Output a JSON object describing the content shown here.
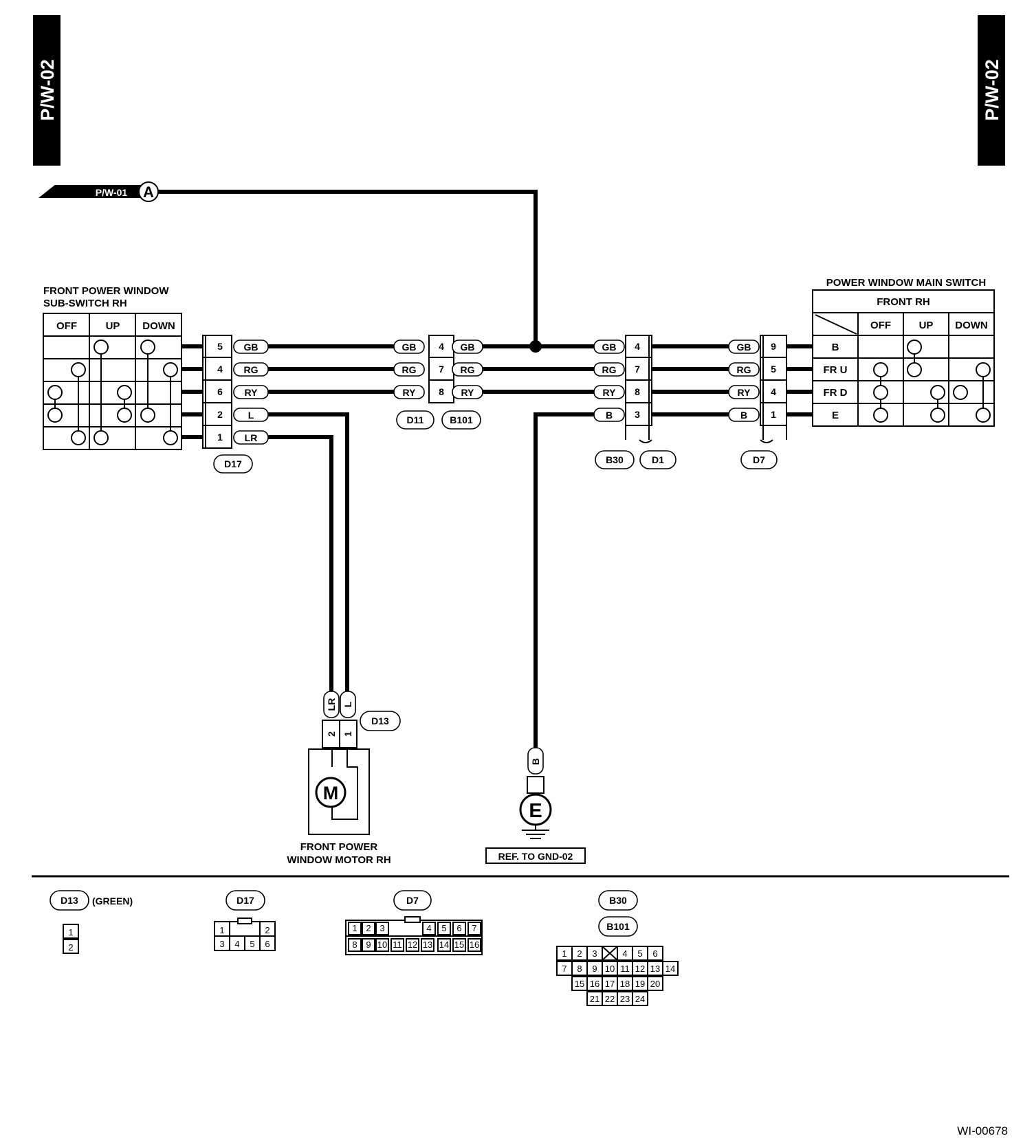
{
  "page_tag": "P/W-02",
  "figure_id": "WI-00678",
  "ref_from": "P/W-01",
  "ref_from_marker": "A",
  "sub_switch": {
    "title_line1": "FRONT POWER WINDOW",
    "title_line2": "SUB-SWITCH RH",
    "columns": [
      "OFF",
      "UP",
      "DOWN"
    ]
  },
  "main_switch": {
    "title": "POWER WINDOW MAIN SWITCH",
    "subtitle": "FRONT RH",
    "columns": [
      "OFF",
      "UP",
      "DOWN"
    ],
    "rows": [
      "B",
      "FR U",
      "FR D",
      "E"
    ]
  },
  "d17_pins": [
    {
      "pin": "5",
      "wire": "GB"
    },
    {
      "pin": "4",
      "wire": "RG"
    },
    {
      "pin": "6",
      "wire": "RY"
    },
    {
      "pin": "2",
      "wire": "L"
    },
    {
      "pin": "1",
      "wire": "LR"
    }
  ],
  "d11_b101_pins": [
    {
      "left": "GB",
      "pin": "4",
      "right": "GB"
    },
    {
      "left": "RG",
      "pin": "7",
      "right": "RG"
    },
    {
      "left": "RY",
      "pin": "8",
      "right": "RY"
    }
  ],
  "b30_d1_pins": [
    {
      "wire": "GB",
      "pin": "4"
    },
    {
      "wire": "RG",
      "pin": "7"
    },
    {
      "wire": "RY",
      "pin": "8"
    },
    {
      "wire": "B",
      "pin": "3"
    }
  ],
  "d7_pins": [
    {
      "wire": "GB",
      "pin": "9"
    },
    {
      "wire": "RG",
      "pin": "5"
    },
    {
      "wire": "RY",
      "pin": "4"
    },
    {
      "wire": "B",
      "pin": "1"
    }
  ],
  "connector_labels": {
    "d17": "D17",
    "d11": "D11",
    "b101": "B101",
    "b30": "B30",
    "d1": "D1",
    "d7": "D7",
    "d13": "D13"
  },
  "motor": {
    "label_line1": "FRONT POWER",
    "label_line2": "WINDOW MOTOR RH",
    "symbol": "M",
    "wires": [
      "LR",
      "L"
    ],
    "pins": [
      "2",
      "1"
    ]
  },
  "ground": {
    "wire": "B",
    "symbol": "E",
    "ref": "REF. TO GND-02"
  },
  "legend": {
    "d13": {
      "label": "D13",
      "note": "(GREEN)",
      "pins": [
        "1",
        "2"
      ]
    },
    "d17": {
      "label": "D17",
      "top": [
        "1",
        "2"
      ],
      "bottom": [
        "3",
        "4",
        "5",
        "6"
      ]
    },
    "d7": {
      "label": "D7",
      "top": [
        "1",
        "2",
        "3",
        "4",
        "5",
        "6",
        "7"
      ],
      "bottom": [
        "8",
        "9",
        "10",
        "11",
        "12",
        "13",
        "14",
        "15",
        "16"
      ]
    },
    "b30_b101": {
      "labels": [
        "B30",
        "B101"
      ],
      "row1": [
        "1",
        "2",
        "3",
        "4",
        "5",
        "6"
      ],
      "row2": [
        "7",
        "8",
        "9",
        "10",
        "11",
        "12",
        "13",
        "14"
      ],
      "row3": [
        "15",
        "16",
        "17",
        "18",
        "19",
        "20"
      ],
      "row4": [
        "21",
        "22",
        "23",
        "24"
      ]
    }
  },
  "colors": {
    "ink": "#000000",
    "paper": "#ffffff"
  }
}
